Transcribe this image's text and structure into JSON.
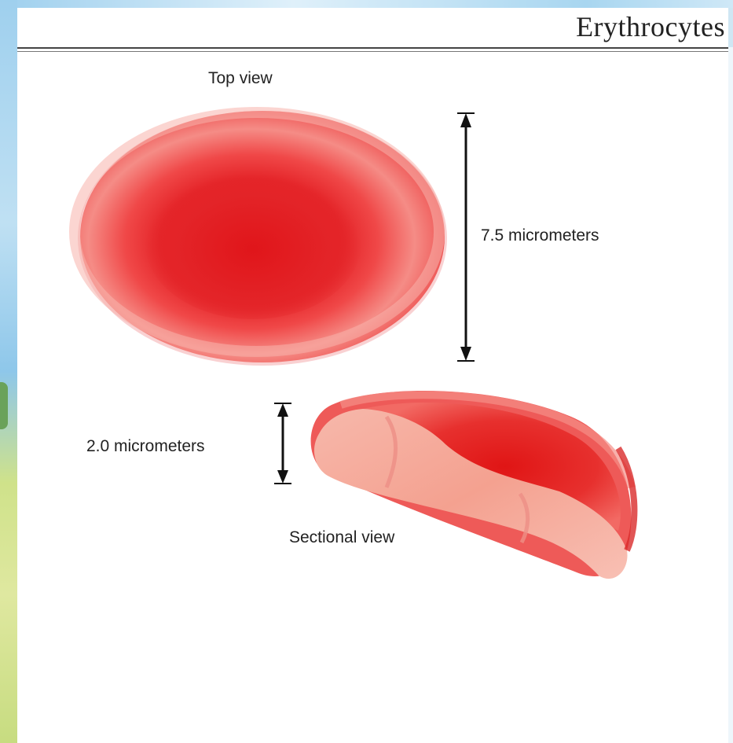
{
  "title": "Erythrocytes",
  "labels": {
    "top_view": "Top view",
    "diameter": "7.5 micrometers",
    "thickness": "2.0 micrometers",
    "sectional_view": "Sectional view"
  },
  "colors": {
    "cell_rim": "#f05a5a",
    "cell_center": "#e01a1a",
    "cell_light": "#f6b0a8",
    "cut_face": "#f4a596"
  }
}
